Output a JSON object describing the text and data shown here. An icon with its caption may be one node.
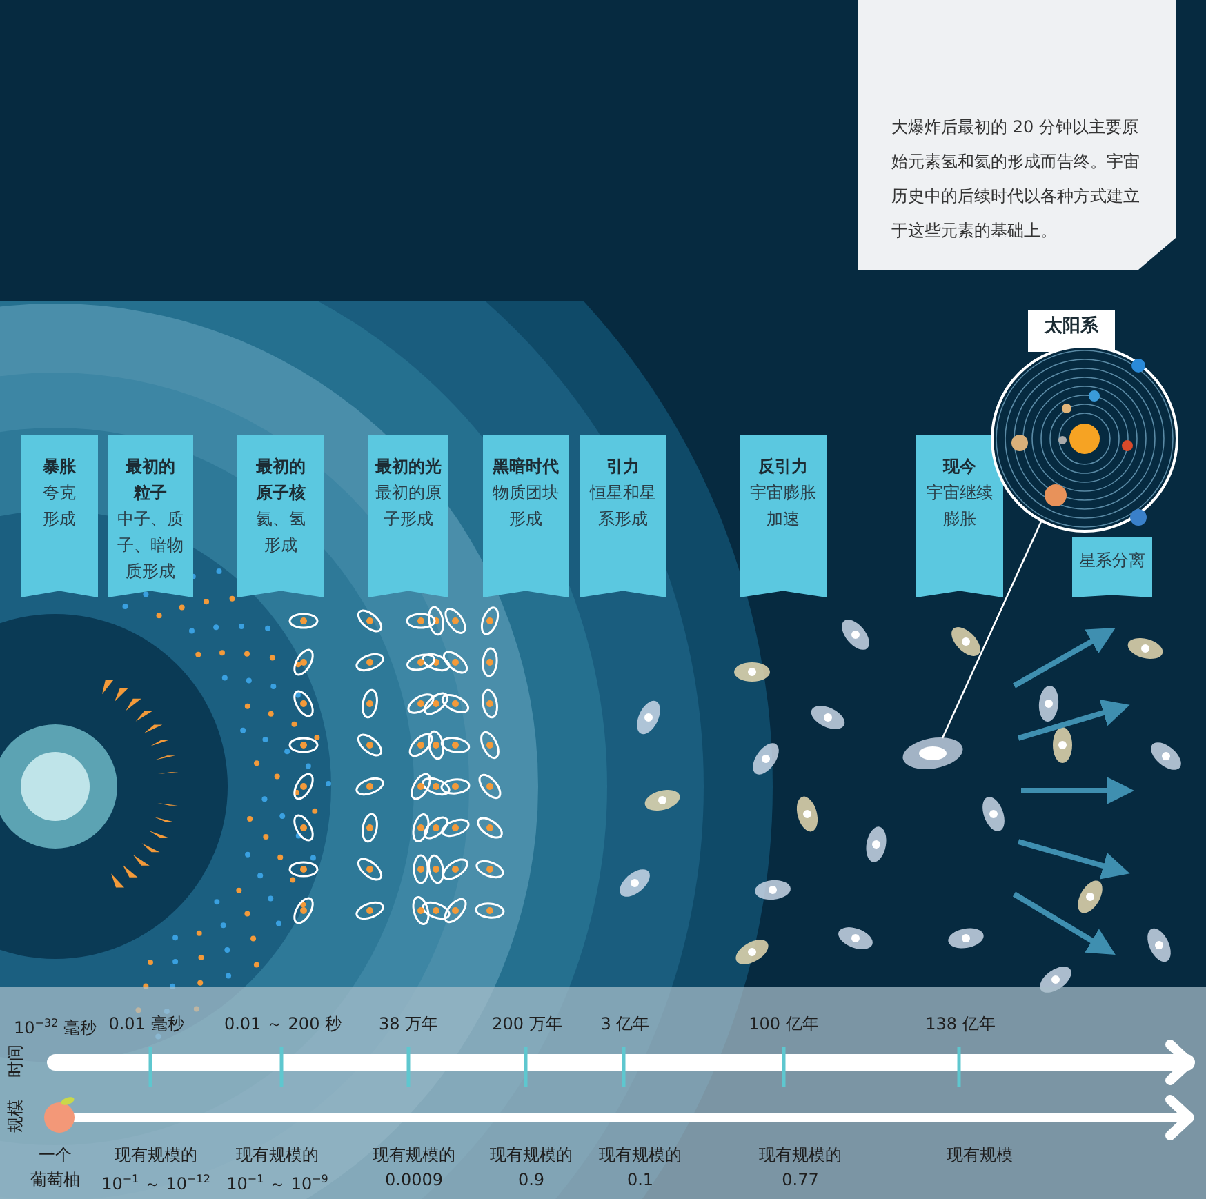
{
  "diagram": {
    "nodes": [
      {
        "text": [
          "大爆炸后最初的 20 分钟以主要原始元素氢和氦的形成而告终。宇宙历史中的后续时代以各种方式建立于这些元素的基础上。"
        ]
      },
      {
        "text": [
          "暴胀",
          "夸克形成"
        ]
      },
      {
        "text": [
          "最初的粒子",
          "中子、质子、暗物质形成"
        ]
      },
      {
        "text": [
          "最初的原子核",
          "氦、氢形成"
        ]
      },
      {
        "text": [
          "最初的光",
          "最初的原子形成"
        ]
      },
      {
        "text": [
          "黑暗时代",
          "物质团块形成"
        ]
      },
      {
        "text": [
          "引力",
          "恒星和星系形成"
        ]
      },
      {
        "text": [
          "反引力",
          "宇宙膨胀加速"
        ]
      },
      {
        "text": [
          "现今",
          "宇宙继续膨胀"
        ]
      },
      {
        "text": [
          "星系分离"
        ]
      },
      {
        "text": [
          "太阳系"
        ]
      },
      {
        "text": [],
        "shape": "picture"
      }
    ],
    "edges": [
      {
        "from": 10,
        "to": 11,
        "arrow": "none"
      }
    ],
    "labels": [
      "10$^{−32}$ 毫秒",
      "0.01 毫秒",
      "0.01 ～ 200 秒",
      "38 万年",
      "200 万年",
      "3 亿年",
      "100 亿年",
      "138 亿年",
      "时间",
      "规模",
      "一个葡萄柚",
      "现有规模的10$^{−1}$ ～ 10$^{−12}$",
      "现有规模的10$^{−1}$ ～ 10$^{−9}$",
      "现有规模的0.0009",
      "现有规模的0.9",
      "现有规模的0.1",
      "现有规模的0.77",
      "现有规模"
    ]
  }
}
